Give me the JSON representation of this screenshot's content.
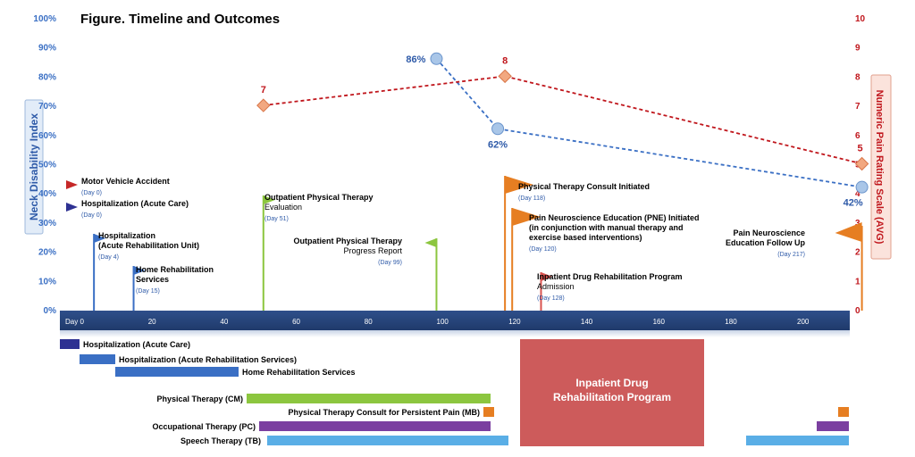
{
  "chart_data": {
    "type": "line",
    "title": "Figure.  Timeline and Outcomes",
    "xlabel": "",
    "xlim": [
      0,
      210
    ],
    "x_first_tick_label": "Day 0",
    "x_ticks": [
      20,
      40,
      60,
      80,
      100,
      120,
      140,
      160,
      180,
      200
    ],
    "y_left": {
      "label": "Neck Disability Index",
      "lim": [
        0,
        100
      ],
      "ticks": [
        "0%",
        "10%",
        "20%",
        "30%",
        "40%",
        "50%",
        "60%",
        "70%",
        "80%",
        "90%",
        "100%"
      ]
    },
    "y_right": {
      "label": "Numeric Pain Rating Scale (AVG)",
      "lim": [
        0,
        10
      ],
      "ticks": [
        "0",
        "1",
        "2",
        "3",
        "4",
        "5",
        "6",
        "7",
        "8",
        "9",
        "10"
      ]
    },
    "grid": false,
    "series": [
      {
        "name": "",
        "axis": "left",
        "color": "#3a6fc4",
        "marker": "circle",
        "points": [
          {
            "x": 99,
            "y": 86,
            "label": "86%"
          },
          {
            "x": 116,
            "y": 62,
            "label": "62%"
          },
          {
            "x": 217,
            "y": 42,
            "label": "42%"
          }
        ]
      },
      {
        "name": "",
        "axis": "right",
        "color": "#c0161c",
        "marker": "diamond",
        "points": [
          {
            "x": 51,
            "y": 7,
            "label": "7"
          },
          {
            "x": 118,
            "y": 8,
            "label": "8"
          },
          {
            "x": 217,
            "y": 5,
            "label": "5"
          }
        ]
      }
    ],
    "events": [
      {
        "day": 0,
        "color": "#c62828",
        "lines": [
          "Motor Vehicle Accident"
        ],
        "bold": [
          true
        ],
        "day_label": "(Day 0)"
      },
      {
        "day": 0,
        "color": "#2e3192",
        "lines": [
          "Hospitalization (Acute Care)"
        ],
        "bold": [
          true
        ],
        "day_label": "(Day 0)"
      },
      {
        "day": 4,
        "color": "#3a6fc4",
        "lines": [
          "Hospitalization",
          "(Acute Rehabilitation Unit)"
        ],
        "bold": [
          true,
          true
        ],
        "day_label": "(Day 4)"
      },
      {
        "day": 15,
        "color": "#3a6fc4",
        "lines": [
          "Home Rehabilitation",
          "Services"
        ],
        "bold": [
          true,
          true
        ],
        "day_label": "(Day 15)"
      },
      {
        "day": 51,
        "color": "#8cc63f",
        "lines": [
          "Outpatient Physical Therapy",
          "Evaluation"
        ],
        "bold": [
          true,
          false
        ],
        "day_label": "(Day 51)"
      },
      {
        "day": 99,
        "color": "#8cc63f",
        "lines": [
          "Outpatient Physical Therapy",
          "Progress Report"
        ],
        "bold": [
          true,
          false
        ],
        "day_label": "(Day 99)"
      },
      {
        "day": 118,
        "color": "#e67e22",
        "lines": [
          "Physical Therapy Consult Initiated"
        ],
        "bold": [
          true
        ],
        "day_label": "(Day 118)"
      },
      {
        "day": 120,
        "color": "#e67e22",
        "lines": [
          "Pain Neuroscience Education (PNE) Initiated",
          "(in conjunction with manual therapy and",
          "exercise based interventions)"
        ],
        "bold": [
          true,
          true,
          true
        ],
        "day_label": "(Day 120)"
      },
      {
        "day": 128,
        "color": "#d9534f",
        "lines": [
          "Inpatient Drug Rehabilitation Program",
          "Admission"
        ],
        "bold": [
          true,
          false
        ],
        "day_label": "(Day 128)"
      },
      {
        "day": 217,
        "color": "#e67e22",
        "lines": [
          "Pain Neuroscience",
          "Education Follow Up"
        ],
        "bold": [
          true,
          true
        ],
        "day_label": "(Day 217)"
      }
    ],
    "periods": [
      {
        "label": "Hospitalization (Acute Care)",
        "start": 0,
        "end": 4,
        "color": "#2e3192"
      },
      {
        "label": "Hospitalization (Acute Rehabilitation Services)",
        "start": 4,
        "end": 14,
        "color": "#3a6fc4"
      },
      {
        "label": "Home Rehabilitation Services",
        "start": 14,
        "end": 49,
        "color": "#3a6fc4"
      },
      {
        "label": "Physical Therapy (CM)",
        "start": 51,
        "end": 117,
        "color": "#8cc63f"
      },
      {
        "label": "Physical Therapy Consult for Persistent Pain (MB)",
        "start": 117,
        "end": 120,
        "color": "#e67e22"
      },
      {
        "label": "Occupational Therapy (PC)",
        "start": 54,
        "end": 117,
        "color": "#7b3fa0"
      },
      {
        "label": "Speech Therapy (TB)",
        "start": 56,
        "end": 122,
        "color": "#5aaee6"
      },
      {
        "label": "Occupational Therapy (PC)",
        "start": 212,
        "end": 221,
        "color": "#7b3fa0"
      },
      {
        "label": "Speech Therapy (TB)",
        "start": 189,
        "end": 221,
        "color": "#5aaee6"
      },
      {
        "label": "Physical Therapy Consult for Persistent Pain (MB)",
        "start": 218,
        "end": 221,
        "color": "#e67e22"
      }
    ],
    "inpatient_program": {
      "label": "Inpatient Drug Rehabilitation Program",
      "start": 128,
      "end": 179,
      "color": "#cd5b5b"
    }
  }
}
